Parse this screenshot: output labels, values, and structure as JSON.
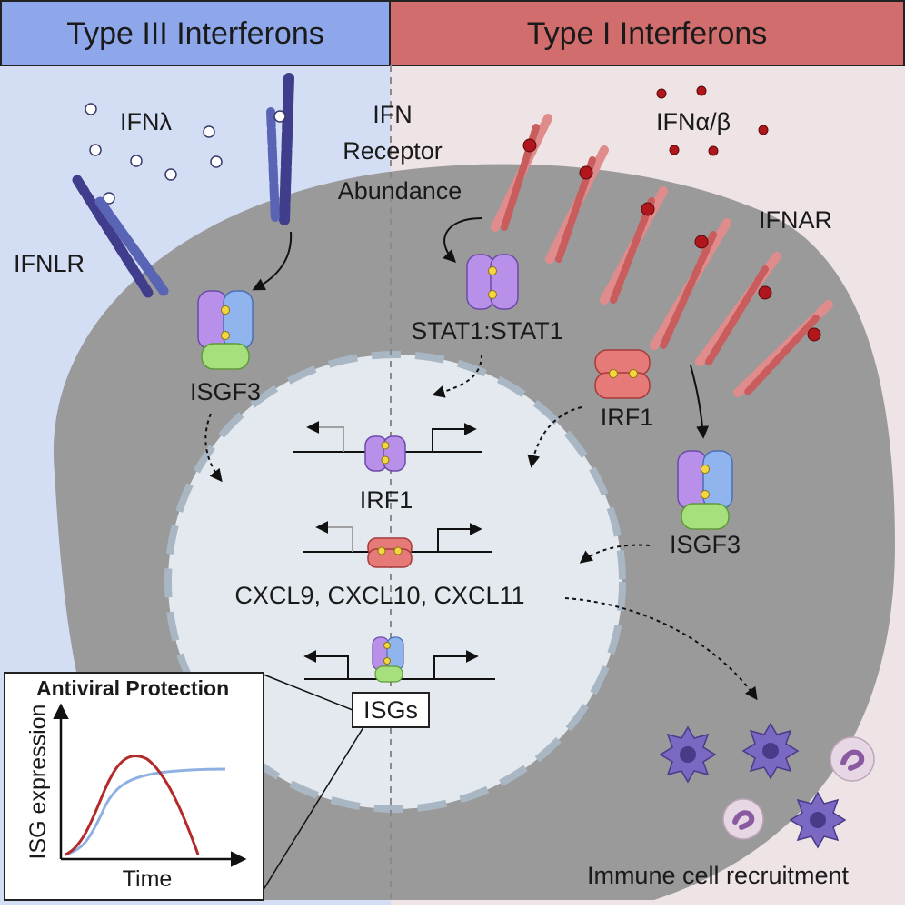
{
  "headers": {
    "left": "Type III Interferons",
    "right": "Type I Interferons"
  },
  "left": {
    "ligand": "IFNλ",
    "receptor": "IFNLR",
    "complex": "ISGF3"
  },
  "center": {
    "receptor_line1": "IFN",
    "receptor_line2": "Receptor",
    "receptor_line3": "Abundance",
    "stat": "STAT1:STAT1"
  },
  "right": {
    "ligand": "IFNα/β",
    "receptor": "IFNAR",
    "irf": "IRF1",
    "complex": "ISGF3"
  },
  "nucleus": {
    "gene1": "IRF1",
    "gene2": "CXCL9, CXCL10, CXCL11",
    "gene3": "ISGs"
  },
  "output": {
    "label": "Immune cell recruitment"
  },
  "inset": {
    "title": "Antiviral Protection",
    "ylabel": "ISG expression",
    "xlabel": "Time"
  },
  "colors": {
    "left_header": "#8ea7ea",
    "right_header": "#d16d6d",
    "left_bg": "#d3def5",
    "right_bg": "#efe4e5",
    "cytoplasm": "#9a9a9a",
    "nucleus": "#e4e9ef",
    "nuclear_membrane": "#a9b7c5",
    "ifnlr": "#3f3d8c",
    "ifnar": "#e08c8c",
    "stat_purple": "#b890ea",
    "stat_blue": "#8fb4ee",
    "irf9_green": "#a6e07c",
    "irf1_red": "#e57a78",
    "curve_red": "#b22a2a",
    "curve_blue": "#8fb0e2",
    "immune_cell": "#6a5aa8"
  }
}
